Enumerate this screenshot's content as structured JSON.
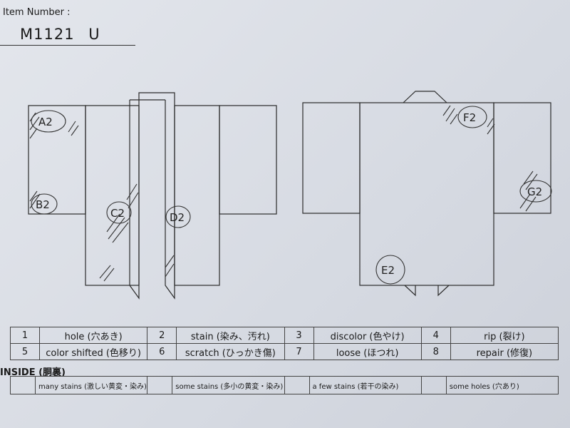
{
  "header": {
    "item_label": "Item Number :",
    "item_number": "M1121 U"
  },
  "diagram": {
    "labels": [
      "A2",
      "B2",
      "C2",
      "D2",
      "E2",
      "F2",
      "G2"
    ]
  },
  "defects": [
    {
      "num": "1",
      "label": "hole (穴あき)"
    },
    {
      "num": "2",
      "label": "stain (染み、汚れ)"
    },
    {
      "num": "3",
      "label": "discolor (色やけ)"
    },
    {
      "num": "4",
      "label": "rip (裂け)"
    },
    {
      "num": "5",
      "label": "color shifted (色移り)"
    },
    {
      "num": "6",
      "label": "scratch (ひっかき傷)"
    },
    {
      "num": "7",
      "label": "loose (ほつれ)"
    },
    {
      "num": "8",
      "label": "repair (修復)"
    }
  ],
  "inside": {
    "label": "INSIDE (胴裏)",
    "items": [
      "many stains (激しい黄変・染み)",
      "some stains (多小の黄変・染み)",
      "a few stains (若干の染み)",
      "some holes (穴あり)"
    ]
  }
}
